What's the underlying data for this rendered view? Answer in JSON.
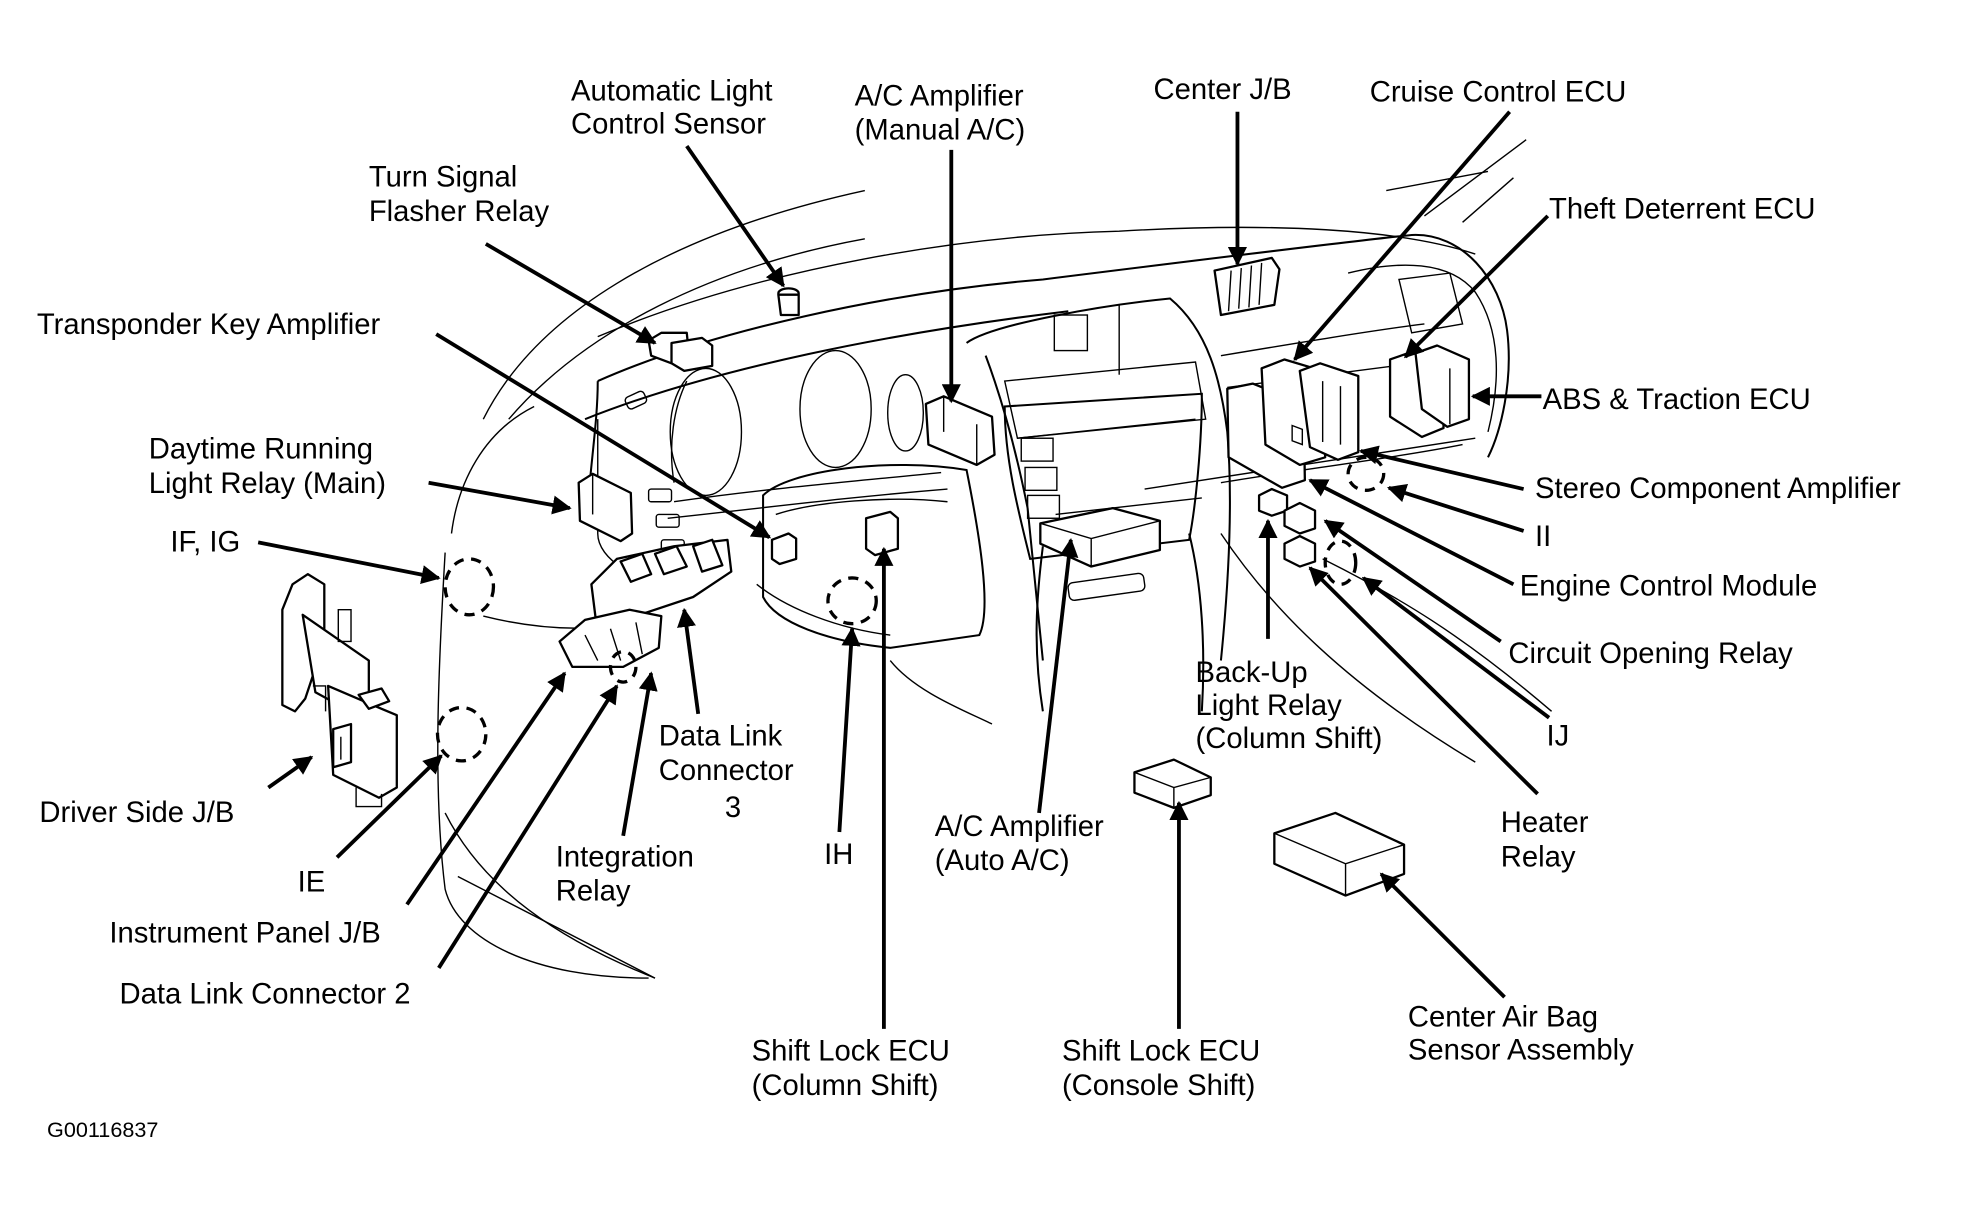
{
  "figure_id": "G00116837",
  "colors": {
    "ink": "#000000",
    "background": "#ffffff"
  },
  "callouts": {
    "automatic_light_sensor": [
      "Automatic Light",
      "Control Sensor"
    ],
    "ac_amp_manual": [
      "A/C Amplifier",
      "(Manual A/C)"
    ],
    "center_jb": [
      "Center J/B"
    ],
    "cruise_control_ecu": [
      "Cruise Control ECU"
    ],
    "turn_signal_flasher": [
      "Turn Signal",
      "Flasher Relay"
    ],
    "theft_deterrent_ecu": [
      "Theft Deterrent ECU"
    ],
    "transponder_key_amp": [
      "Transponder Key Amplifier"
    ],
    "abs_traction_ecu": [
      "ABS & Traction ECU"
    ],
    "drl_relay_main": [
      "Daytime Running",
      "Light Relay (Main)"
    ],
    "stereo_amp": [
      "Stereo Component Amplifier"
    ],
    "connector_ii": [
      "II"
    ],
    "connector_if_ig": [
      "IF, IG"
    ],
    "engine_control_module": [
      "Engine Control Module"
    ],
    "circuit_opening_relay": [
      "Circuit Opening Relay"
    ],
    "backup_light_relay": [
      "Back-Up",
      "Light Relay",
      "(Column Shift)"
    ],
    "data_link_connector_3": [
      "Data Link",
      "Connector",
      "3"
    ],
    "connector_ij": [
      "IJ"
    ],
    "driver_side_jb": [
      "Driver Side J/B"
    ],
    "heater_relay": [
      "Heater",
      "Relay"
    ],
    "connector_ie": [
      "IE"
    ],
    "integration_relay": [
      "Integration",
      "Relay"
    ],
    "connector_ih": [
      "IH"
    ],
    "ac_amp_auto": [
      "A/C Amplifier",
      "(Auto A/C)"
    ],
    "instrument_panel_jb": [
      "Instrument Panel J/B"
    ],
    "data_link_connector_2": [
      "Data Link Connector 2"
    ],
    "center_airbag_sensor": [
      "Center Air Bag",
      "Sensor Assembly"
    ],
    "shift_lock_ecu_column": [
      "Shift Lock ECU",
      "(Column Shift)"
    ],
    "shift_lock_ecu_console": [
      "Shift Lock ECU",
      "(Console Shift)"
    ]
  }
}
